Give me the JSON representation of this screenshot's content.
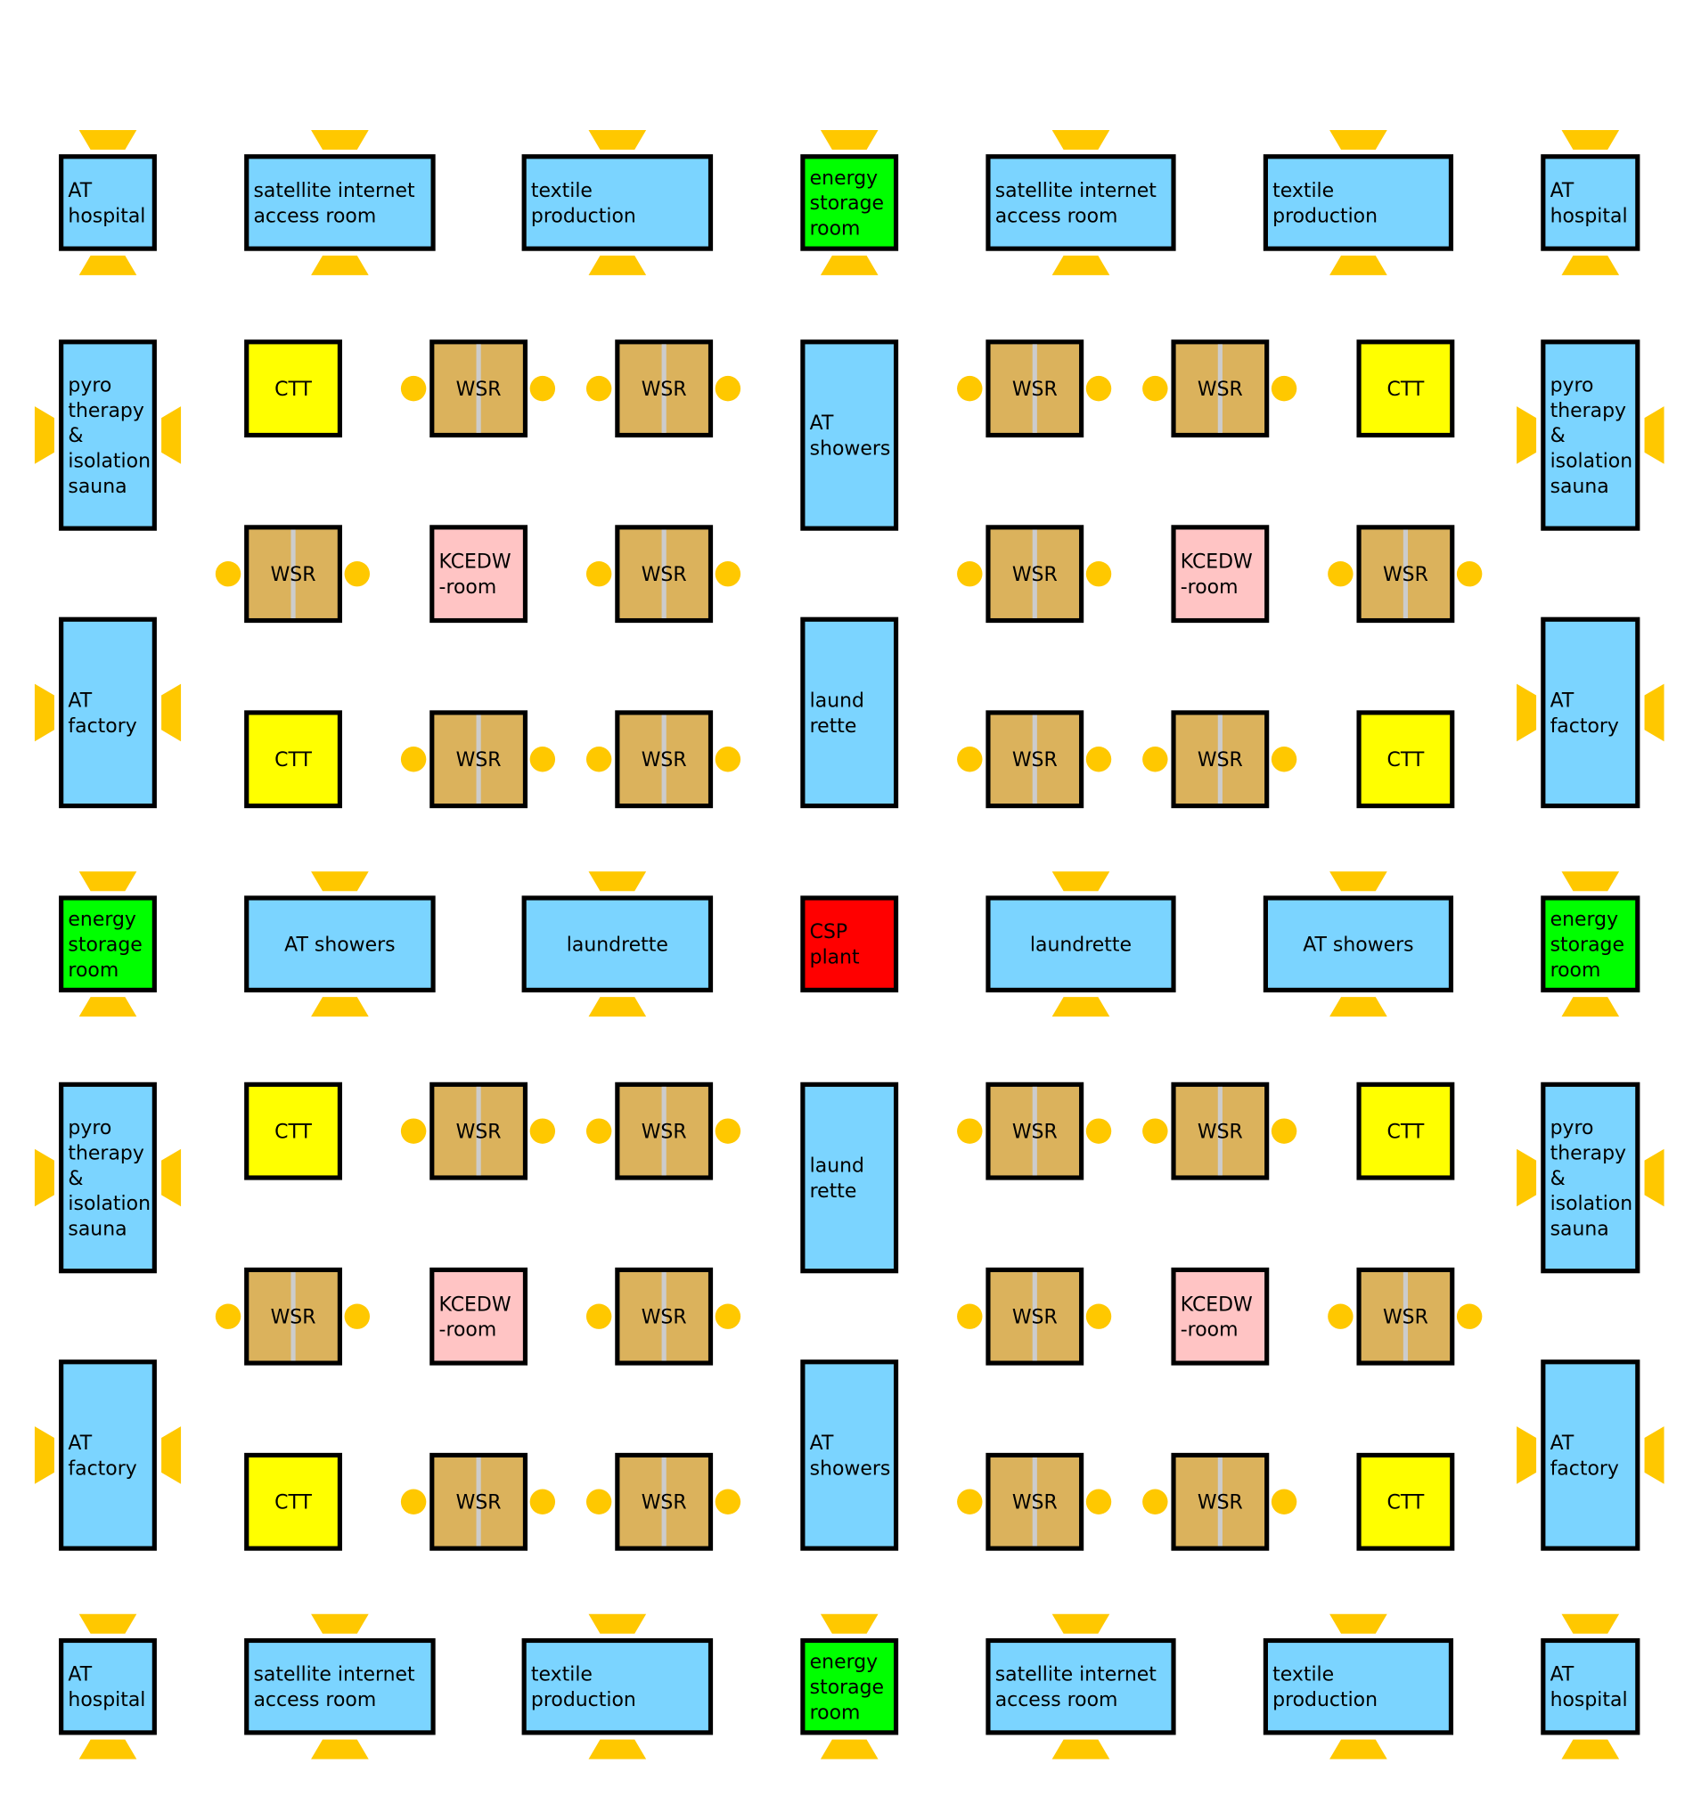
{
  "title": "Habitat floor plan",
  "colors": {
    "facility": "#7bd4ff",
    "energy": "#00ff00",
    "power_plant": "#ff0000",
    "ctt": "#ffff00",
    "wsr": "#dbb25c",
    "kcedw": "#ffc4c4",
    "door": "#ffc800",
    "wsr_divider": "#cccccc",
    "outline": "#000000"
  },
  "labels": {
    "at_hospital": [
      "AT",
      "hospital"
    ],
    "satellite": [
      "satellite internet",
      "access room"
    ],
    "textile": [
      "textile",
      "production"
    ],
    "energy": [
      "energy",
      "storage",
      "room"
    ],
    "pyro": [
      "pyro",
      "therapy",
      "&",
      "isolation",
      "sauna"
    ],
    "at_factory": [
      "AT",
      "factory"
    ],
    "at_showers_tall": [
      "AT",
      "showers"
    ],
    "at_showers_wide": [
      "AT showers"
    ],
    "laundrette_tall": [
      "laund",
      "rette"
    ],
    "laundrette_wide": [
      "laundrette"
    ],
    "csp": [
      "CSP",
      "plant"
    ],
    "ctt": [
      "CTT"
    ],
    "wsr": [
      "WSR"
    ],
    "kcedw": [
      "KCEDW",
      "-room"
    ]
  }
}
